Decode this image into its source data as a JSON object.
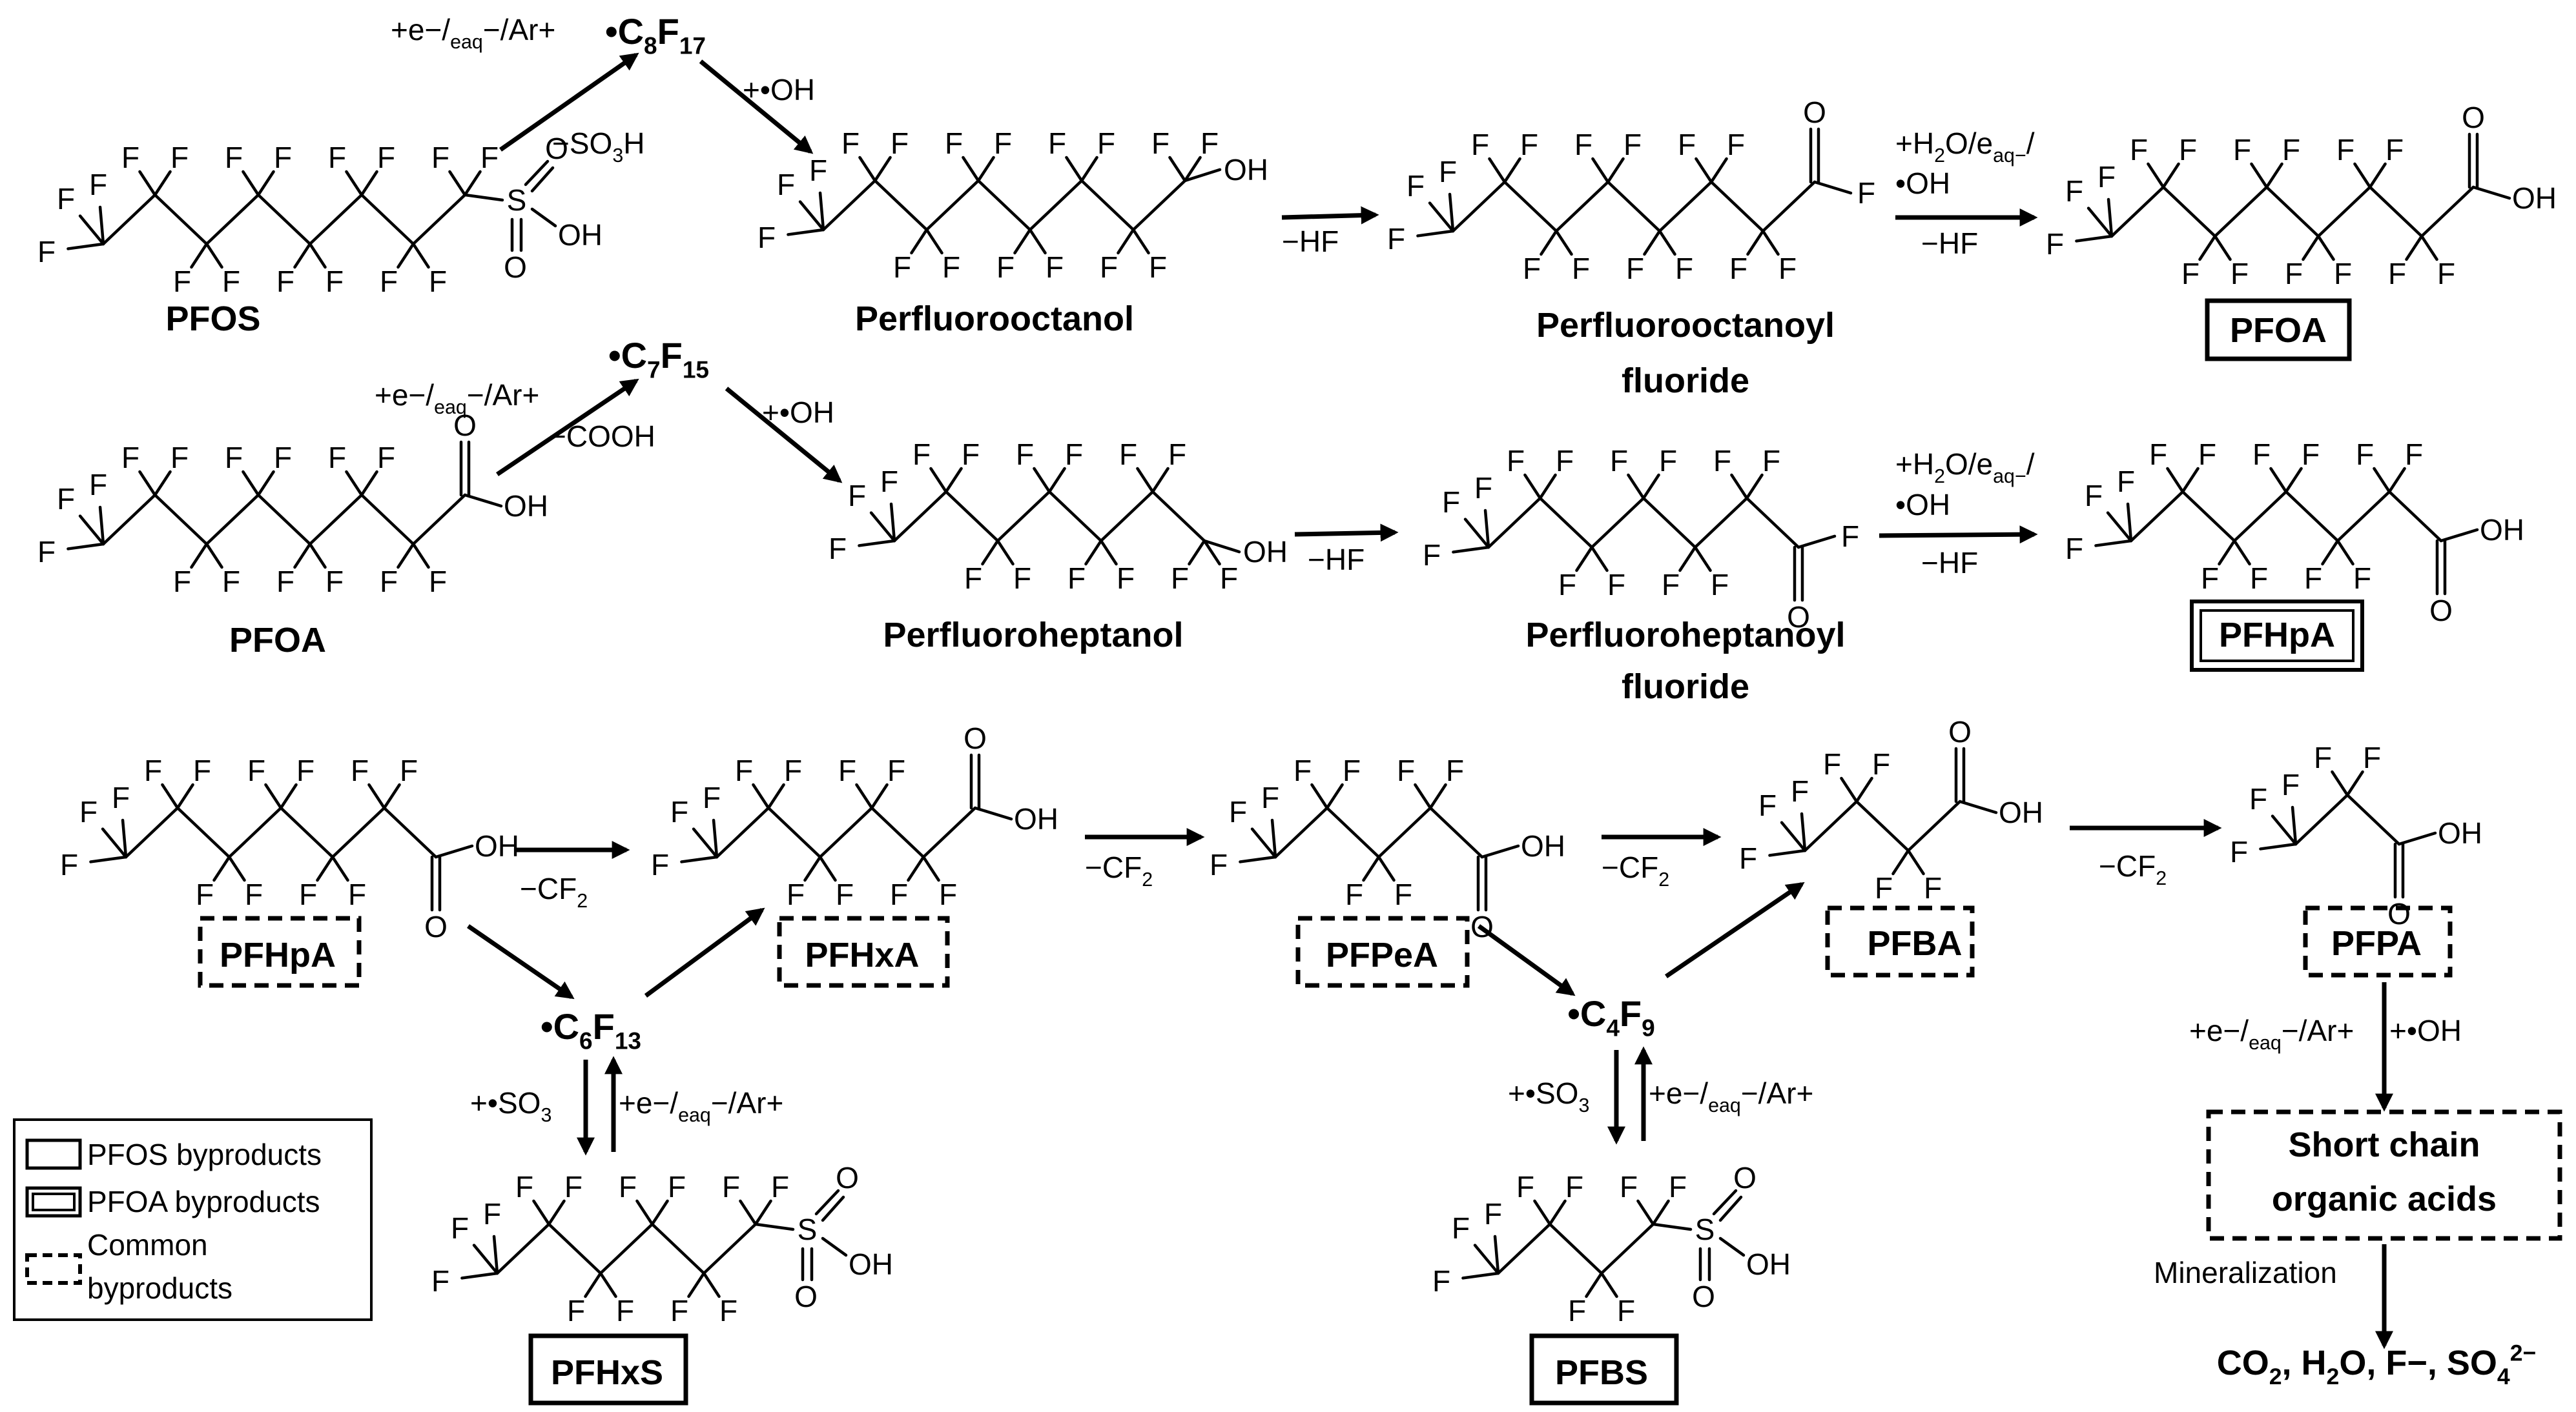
{
  "compounds": {
    "pfos": "PFOS",
    "pfoa": "PFOA",
    "perfluorooctanol": "Perfluorooctanol",
    "perfluorooctanoyl_line1": "Perfluorooctanoyl",
    "perfluorooctanoyl_line2": "fluoride",
    "perfluoroheptanol": "Perfluoroheptanol",
    "perfluoroheptanoyl_line1": "Perfluoroheptanoyl",
    "perfluoroheptanoyl_line2": "fluoride",
    "pfhpa": "PFHpA",
    "pfhxa": "PFHxA",
    "pfpea": "PFPeA",
    "pfba": "PFBA",
    "pfpa": "PFPA",
    "pfhxs": "PFHxS",
    "pfbs": "PFBS",
    "short_chain_line1": "Short chain",
    "short_chain_line2": "organic acids"
  },
  "radicals": {
    "c8f17": "•C8F17",
    "c7f15": "•C7F15",
    "c6f13": "•C6F13",
    "c4f9": "•C4F9"
  },
  "conditions": {
    "reductive": "+e−/eaq−/Ar+",
    "oh": "+•OH",
    "minus_so3h": "−SO3H",
    "minus_cooh": "−COOH",
    "minus_hf": "−HF",
    "h2o_line1": "+H2O/eaq−/",
    "h2o_line2": "•OH",
    "minus_cf2": "−CF2",
    "plus_so3": "+•SO3",
    "mineralization": "Mineralization",
    "final_products": "CO2, H2O, F−, SO42−"
  },
  "atoms": {
    "F": "F",
    "O": "O",
    "S": "S",
    "OH": "OH"
  },
  "legend": {
    "pfos_byproducts": "PFOS byproducts",
    "pfoa_byproducts": "PFOA byproducts",
    "common_line1": "Common",
    "common_line2": "byproducts"
  },
  "colors": {
    "ink": "#000000",
    "background": "#ffffff"
  }
}
